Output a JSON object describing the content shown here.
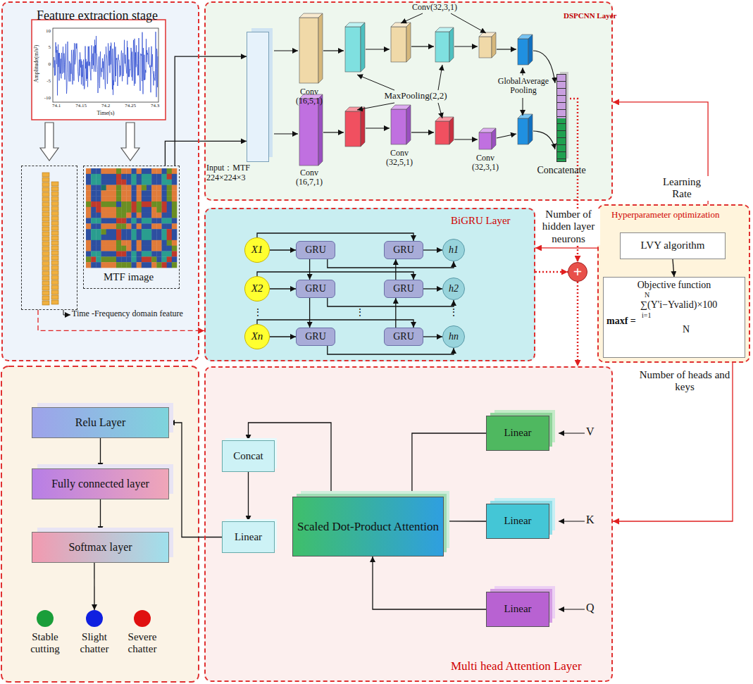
{
  "diagram": {
    "nodes": [
      {
        "text": [
          "Feature extraction stage"
        ]
      },
      {
        "text": [
          "MTF image"
        ],
        "in": 0
      },
      {
        "text": [
          "Time -Frequency domain feature"
        ],
        "in": 0
      },
      {
        "text": [
          "DSPCNN Layer"
        ]
      },
      {
        "text": [
          "Input：MTF 224×224×3"
        ],
        "in": 3
      },
      {
        "text": [
          "Concatenate"
        ],
        "in": 3
      },
      {
        "text": [
          "BiGRU Layer"
        ]
      },
      {
        "text": [
          "X1"
        ],
        "in": 6
      },
      {
        "text": [
          "X2"
        ],
        "in": 6
      },
      {
        "text": [
          "Xn"
        ],
        "in": 6
      },
      {
        "text": [
          "GRU"
        ],
        "in": 6
      },
      {
        "text": [
          "GRU"
        ],
        "in": 6
      },
      {
        "text": [
          "GRU"
        ],
        "in": 6
      },
      {
        "text": [
          "GRU"
        ],
        "in": 6
      },
      {
        "text": [
          "GRU"
        ],
        "in": 6
      },
      {
        "text": [
          "GRU"
        ],
        "in": 6
      },
      {
        "text": [
          "h1"
        ],
        "in": 6
      },
      {
        "text": [
          "h2"
        ],
        "in": 6
      },
      {
        "text": [
          "hn"
        ],
        "in": 6
      },
      {
        "text": [
          "Hyperparameter optimization"
        ]
      },
      {
        "text": [
          "LVY algorithm"
        ],
        "in": 19
      },
      {
        "text": [
          "Objective function",
          "N",
          "∑(Y'i−Yvalid)×100",
          "maxf =",
          "i=1",
          "N"
        ],
        "in": 19
      },
      {
        "text": [
          "+"
        ]
      },
      {
        "text": [
          "Multi head Attention Layer"
        ]
      },
      {
        "text": [
          "Linear"
        ],
        "in": 23
      },
      {
        "text": [
          "Linear"
        ],
        "in": 23
      },
      {
        "text": [
          "Linear"
        ],
        "in": 23
      },
      {
        "text": [
          "Scaled Dot-Product Attention"
        ],
        "in": 23
      },
      {
        "text": [
          "Concat"
        ],
        "in": 23
      },
      {
        "text": [
          "Linear"
        ],
        "in": 23
      },
      {
        "text": [
          "Relu Layer"
        ]
      },
      {
        "text": [
          "Fully connected layer"
        ]
      },
      {
        "text": [
          "Softmax layer"
        ]
      },
      {
        "text": [
          "Stable cutting"
        ]
      },
      {
        "text": [
          "Slight chatter"
        ]
      },
      {
        "text": [
          "Severe chatter"
        ]
      }
    ],
    "edges": [
      {
        "from": 1,
        "to": 4,
        "arrow": "to"
      },
      {
        "from": 1,
        "to": 4,
        "arrow": "to"
      },
      {
        "from": 2,
        "to": 6,
        "arrow": "to"
      },
      {
        "from": 5,
        "to": 22,
        "arrow": "to"
      },
      {
        "from": 6,
        "to": 22,
        "arrow": "to"
      },
      {
        "from": 22,
        "to": 23,
        "arrow": "to"
      },
      {
        "from": 19,
        "to": 3,
        "arrow": "to",
        "label": "Learning Rate"
      },
      {
        "from": 19,
        "to": 6,
        "arrow": "to",
        "label": "Number of hidden layer neurons"
      },
      {
        "from": 19,
        "to": 23,
        "arrow": "to",
        "label": "Number of heads and keys"
      },
      {
        "from": 20,
        "to": 21,
        "arrow": "to"
      },
      {
        "from": 7,
        "to": 10,
        "arrow": "to"
      },
      {
        "from": 7,
        "to": 11,
        "arrow": "to"
      },
      {
        "from": 10,
        "to": 16,
        "arrow": "to"
      },
      {
        "from": 11,
        "to": 16,
        "arrow": "to"
      },
      {
        "from": 8,
        "to": 12,
        "arrow": "to"
      },
      {
        "from": 8,
        "to": 13,
        "arrow": "to"
      },
      {
        "from": 12,
        "to": 17,
        "arrow": "to"
      },
      {
        "from": 13,
        "to": 17,
        "arrow": "to"
      },
      {
        "from": 9,
        "to": 14,
        "arrow": "to"
      },
      {
        "from": 9,
        "to": 15,
        "arrow": "to"
      },
      {
        "from": 14,
        "to": 18,
        "arrow": "to"
      },
      {
        "from": 15,
        "to": 18,
        "arrow": "to"
      },
      {
        "from": 10,
        "to": 12,
        "arrow": "to"
      },
      {
        "from": 12,
        "to": 14,
        "arrow": "to"
      },
      {
        "from": 15,
        "to": 13,
        "arrow": "to"
      },
      {
        "from": 13,
        "to": 11,
        "arrow": "to"
      },
      {
        "from": 24,
        "to": 27,
        "arrow": "to"
      },
      {
        "from": 25,
        "to": 27,
        "arrow": "to"
      },
      {
        "from": 26,
        "to": 27,
        "arrow": "to"
      },
      {
        "from": 27,
        "to": 28,
        "arrow": "to"
      },
      {
        "from": 28,
        "to": 29,
        "arrow": "to"
      },
      {
        "from": 29,
        "to": 30,
        "arrow": "to"
      },
      {
        "from": 30,
        "to": 31,
        "arrow": "to"
      },
      {
        "from": 31,
        "to": 32,
        "arrow": "to"
      },
      {
        "from": 32,
        "to": 34,
        "arrow": "to"
      }
    ],
    "labels": [
      "Amplitude(m/s²)",
      "10",
      "5",
      "0",
      "-5",
      "-10",
      "74.1",
      "74.15",
      "74.2",
      "74.25",
      "74.3",
      "Time(s)",
      "Conv (16,5,1)",
      "Conv (16,7,1)",
      "MaxPooling(2,2)",
      "Conv(32,3,1)",
      "Conv (32,5,1)",
      "Conv (32,3,1)",
      "GlobalAverage Pooling",
      "⋮",
      "⋮",
      "⋮",
      "V",
      "K",
      "Q"
    ]
  }
}
